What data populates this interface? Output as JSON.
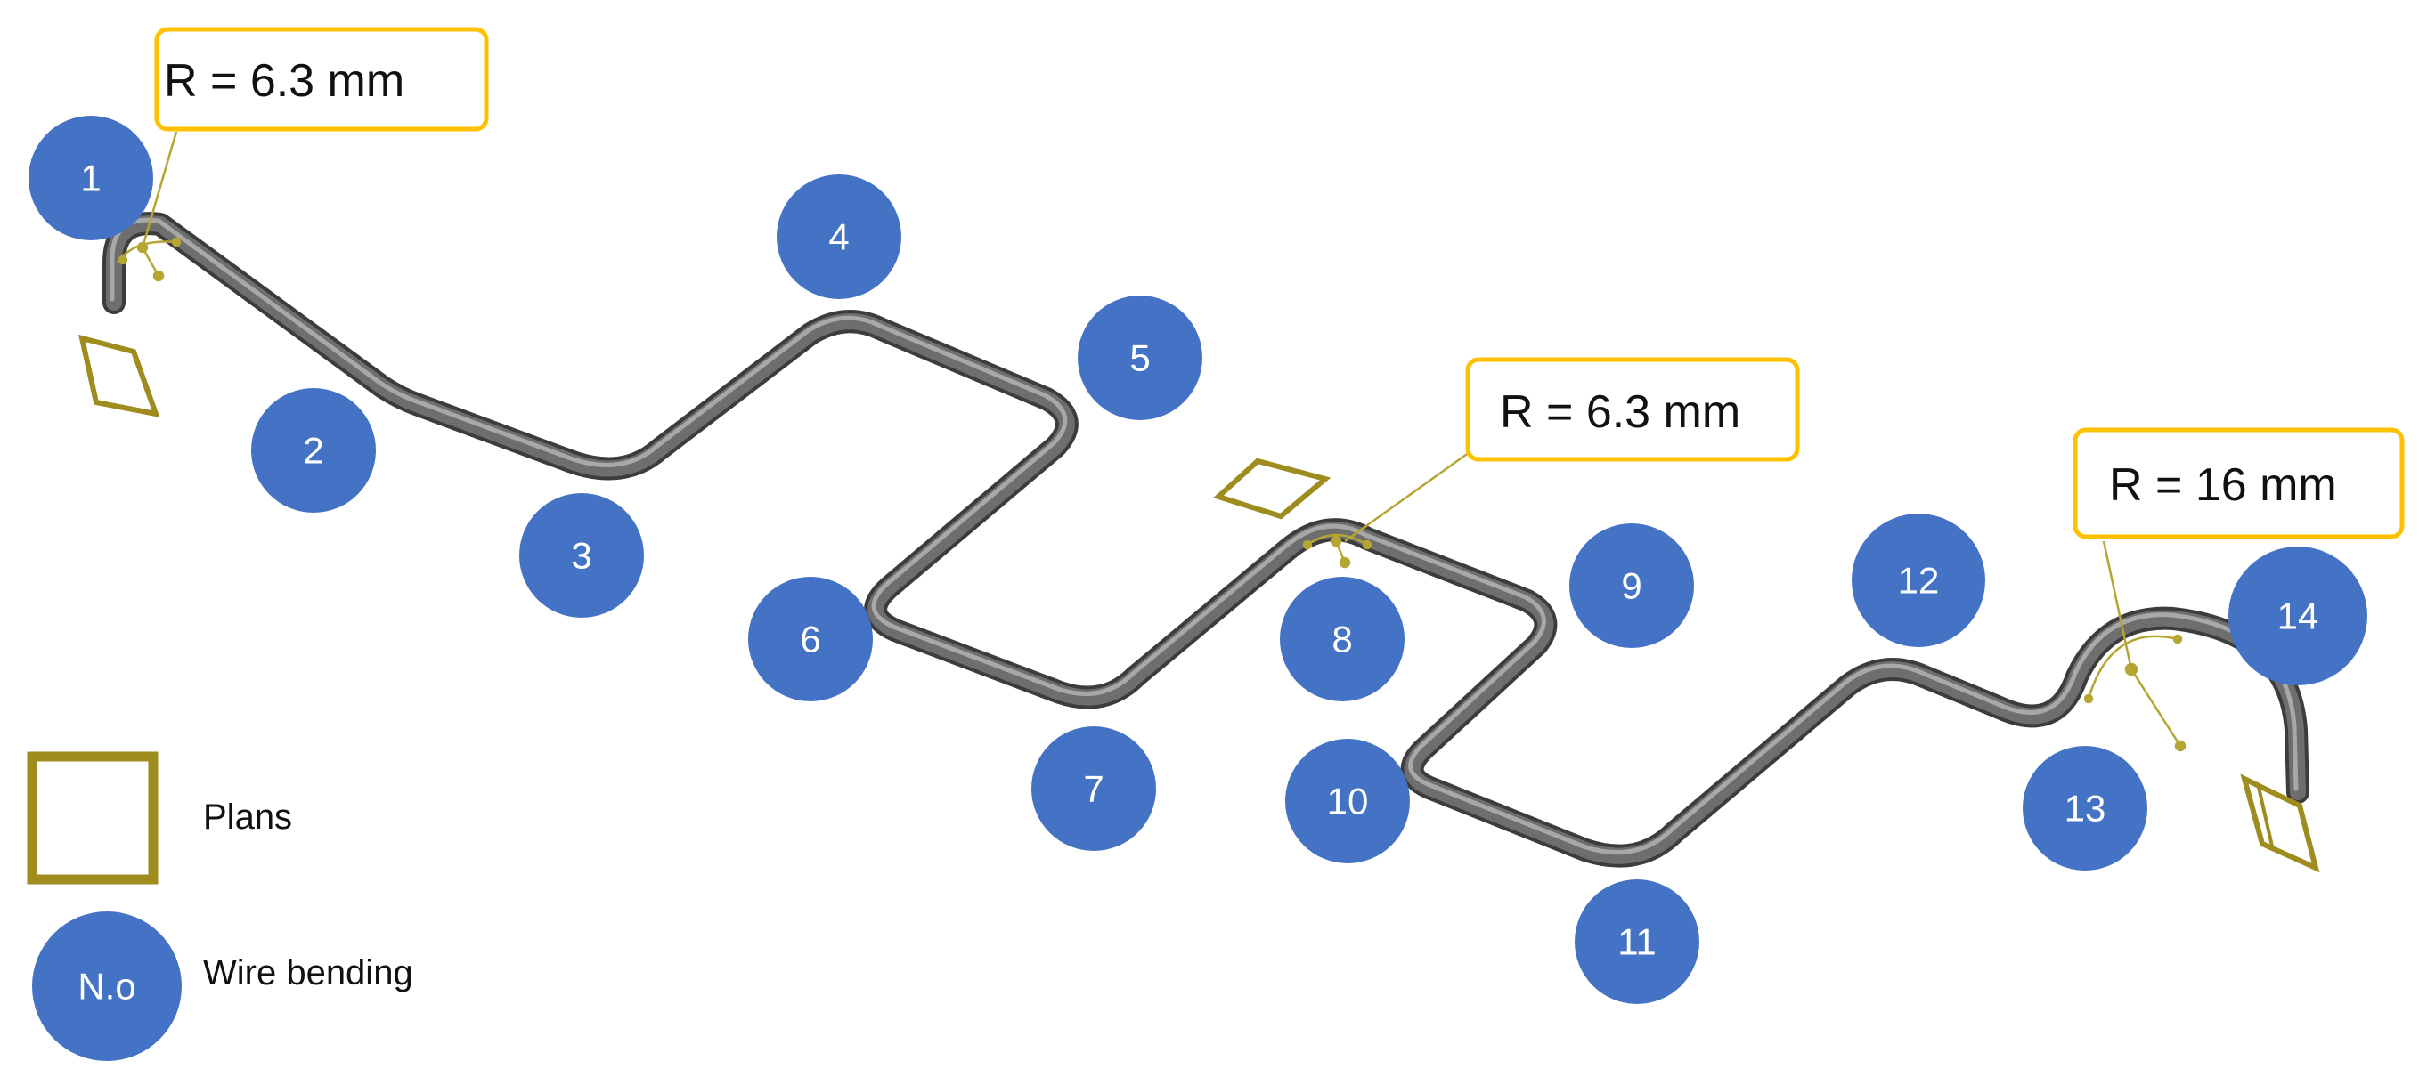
{
  "colors": {
    "wire": "#5a5a5a",
    "wire_highlight": "#9a9a9a",
    "badge": "#4472c4",
    "callout_border": "#ffc000",
    "plane": "#9e8c1e",
    "leader": "#b5a532"
  },
  "callouts": {
    "first": "R = 6.3 mm",
    "second": "R = 6.3 mm",
    "third": "R = 16 mm"
  },
  "bends": [
    "1",
    "2",
    "3",
    "4",
    "5",
    "6",
    "7",
    "8",
    "9",
    "10",
    "11",
    "12",
    "13",
    "14"
  ],
  "legend": {
    "plans_label": "Plans",
    "bend_badge": "N.o",
    "bend_label": "Wire bending"
  }
}
